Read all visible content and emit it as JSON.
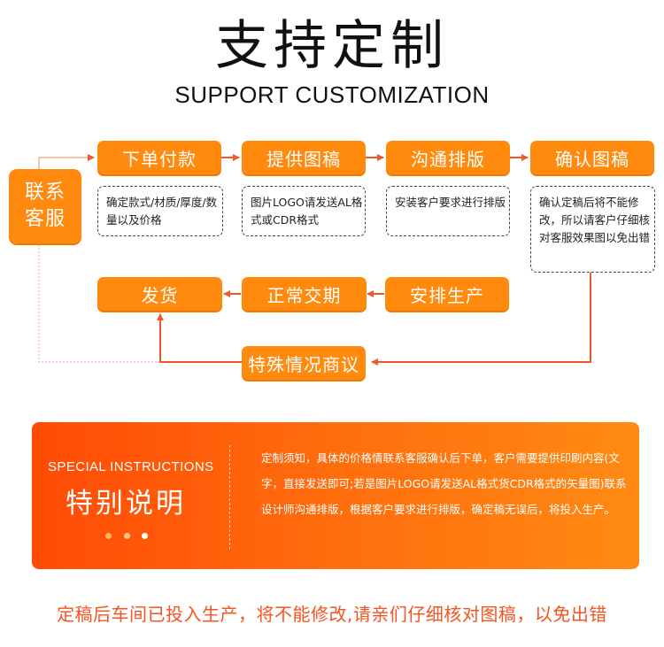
{
  "title": {
    "cn": "支持定制",
    "en": "SUPPORT CUSTOMIZATION"
  },
  "flow": {
    "contact": "联系客服",
    "steps_top": [
      "下单付款",
      "提供图稿",
      "沟通排版",
      "确认图稿"
    ],
    "notes": [
      "确定款式/材质/厚度/数量以及价格",
      "图片LOGO请发送AL格式或CDR格式",
      "安装客户要求进行排版",
      "确认定稿后将不能修改，所以请客户仔细核对客服效果图以免出错"
    ],
    "steps_bottom": [
      "发货",
      "正常交期",
      "安排生产"
    ],
    "special_case": "特殊情况商议"
  },
  "instructions": {
    "en": "SPECIAL INSTRUCTIONS",
    "cn": "特别说明",
    "text": "定制须知，具体的价格情联系客服确认后下单，客户需要提供印刷内容(文字，直接发送即可;若是图片LOGO请发送AL格式货CDR格式的矢量图)联系设计师沟通排版，根据客户要求进行排版，确定稿无误后，将投入生产。"
  },
  "footer": "定稿后车间已投入生产，将不能修改,请亲们仔细核对图稿，以免出错",
  "colors": {
    "accent": "#ff8a0e",
    "panel": "#ff5a0a",
    "footer_text": "#f5531f",
    "connector": "#f0582a"
  }
}
